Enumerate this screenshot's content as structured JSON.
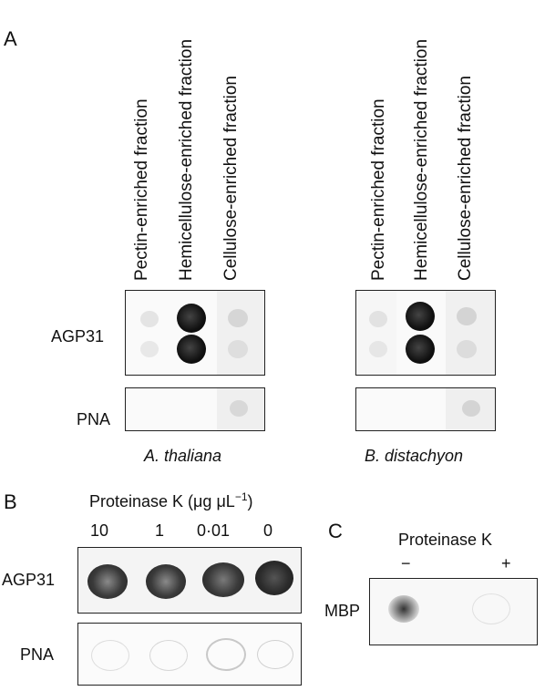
{
  "panelA": {
    "letter": "A",
    "fractions": [
      "Pectin-enriched fraction",
      "Hemicellulose-enriched fraction",
      "Cellulose-enriched fraction"
    ],
    "rows": [
      "AGP31",
      "PNA"
    ],
    "species": [
      "A. thaliana",
      "B. distachyon"
    ]
  },
  "panelB": {
    "letter": "B",
    "title": "Proteinase K (μg μL",
    "title_sup": "−1",
    "title_close": ")",
    "concentrations": [
      "10",
      "1",
      "0·01",
      "0"
    ],
    "rows": [
      "AGP31",
      "PNA"
    ]
  },
  "panelC": {
    "letter": "C",
    "title": "Proteinase K",
    "conditions": [
      "−",
      "+"
    ],
    "row": "MBP"
  }
}
